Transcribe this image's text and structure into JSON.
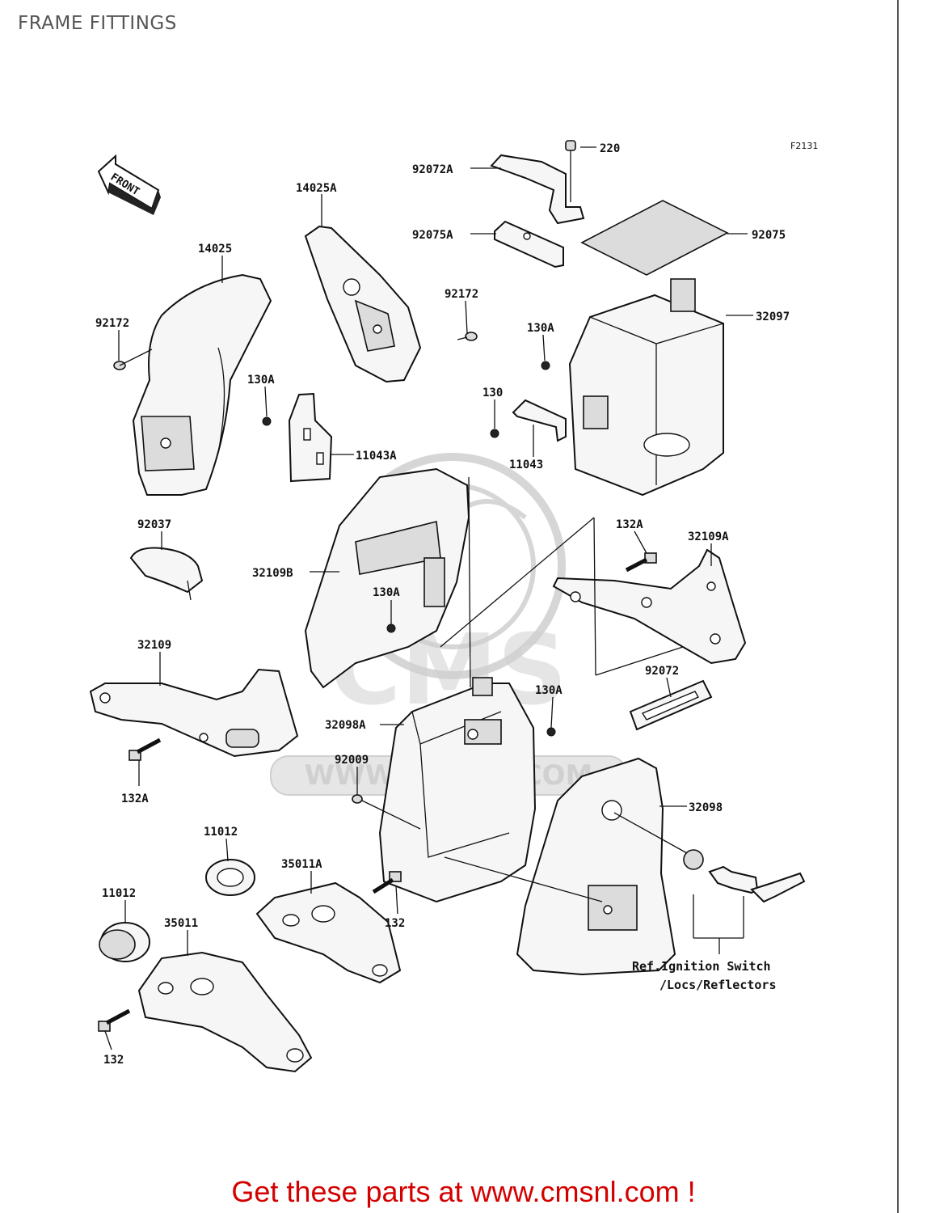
{
  "page_title": "FRAME FITTINGS",
  "figure_code": "F2131",
  "front_arrow_text": "FRONT",
  "watermark": {
    "logo_text": "CMS",
    "url_text": "WWW.CMSNL.COM"
  },
  "callouts": {
    "c220": "220",
    "c92072A": "92072A",
    "c14025A": "14025A",
    "c92075A": "92075A",
    "c92075": "92075",
    "c14025": "14025",
    "c92172_r": "92172",
    "c92172_l": "92172",
    "c32097": "32097",
    "c130A_tr": "130A",
    "c130": "130",
    "c130A_m": "130A",
    "c11043A": "11043A",
    "c11043": "11043",
    "c92037": "92037",
    "c132A_r": "132A",
    "c32109A": "32109A",
    "c32109B": "32109B",
    "c130A_c": "130A",
    "c32109": "32109",
    "c92072": "92072",
    "c130A_b": "130A",
    "c32098A": "32098A",
    "c92009": "92009",
    "c132A_l": "132A",
    "c32098": "32098",
    "c11012_a": "11012",
    "c35011A": "35011A",
    "c11012_b": "11012",
    "c132_m": "132",
    "c35011": "35011",
    "c132_l": "132"
  },
  "reference_note": {
    "line1": "Ref.Ignition Switch",
    "line2": "/Locs/Reflectors"
  },
  "cta_text": "Get these parts at www.cmsnl.com !",
  "colors": {
    "cta": "#d40000",
    "title": "#555555",
    "linework": "#111111",
    "watermark": "#d6d6d6"
  }
}
